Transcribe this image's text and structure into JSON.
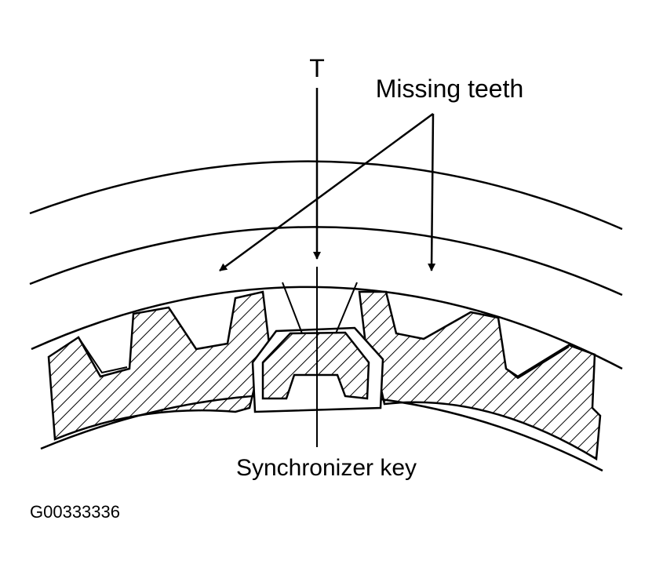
{
  "labels": {
    "t_marker": "T",
    "missing_teeth": "Missing teeth",
    "synchronizer_key": "Synchronizer key",
    "figure_code": "G00333336"
  },
  "colors": {
    "ink": "#000000",
    "paper": "#ffffff"
  }
}
